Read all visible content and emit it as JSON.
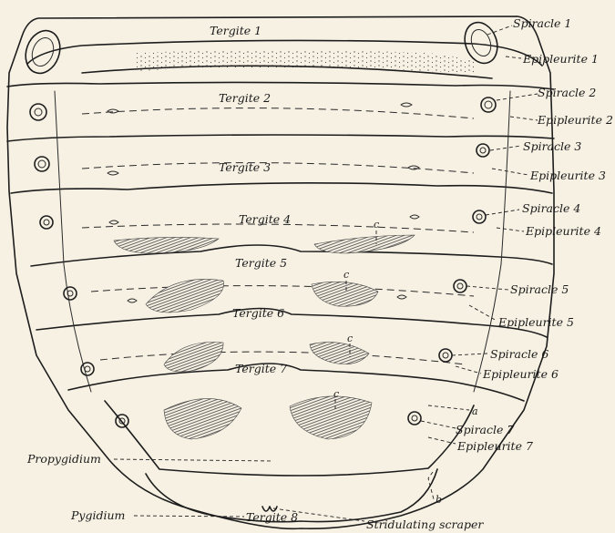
{
  "figure": {
    "tergites": [
      "Tergite 1",
      "Tergite 2",
      "Tergite 3",
      "Tergite 4",
      "Tergite 5",
      "Tergite 6",
      "Tergite 7",
      "Tergite 8"
    ],
    "spiracles": [
      "Spiracle 1",
      "Spiracle 2",
      "Spiracle 3",
      "Spiracle 4",
      "Spiracle 5",
      "Spiracle 6",
      "Spiracle 7"
    ],
    "epipleurites": [
      "Epipleurite 1",
      "Epipleurite 2",
      "Epipleurite 3",
      "Epipleurite 4",
      "Epipleurite 5",
      "Epipleurite 6",
      "Epipleurite 7"
    ],
    "letters": {
      "c": "c",
      "a": "a",
      "b": "b"
    },
    "propygidium": "Propygidium",
    "pygidium": "Pygidium",
    "stridulating_scraper": "Stridulating scraper"
  }
}
